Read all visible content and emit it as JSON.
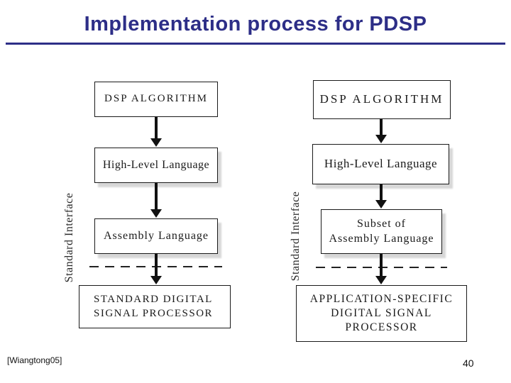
{
  "slide": {
    "title": "Implementation process for PDSP",
    "citation": "[Wiangtong05]",
    "page_number": "40"
  },
  "colors": {
    "title_accent": "#2d2e87",
    "box_border": "#1a1a1a",
    "box_shadow": "#d7d7d7",
    "arrow": "#111111"
  },
  "left_flow": {
    "interface_label": "Standard Interface",
    "box1": "DSP ALGORITHM",
    "box2": "High-Level Language",
    "box3": "Assembly Language",
    "box4": "STANDARD DIGITAL\nSIGNAL PROCESSOR"
  },
  "right_flow": {
    "interface_label": "Standard Interface",
    "box1": "DSP ALGORITHM",
    "box2": "High-Level Language",
    "box3": "Subset of\nAssembly Language",
    "box4": "APPLICATION-SPECIFIC\nDIGITAL SIGNAL\nPROCESSOR"
  }
}
